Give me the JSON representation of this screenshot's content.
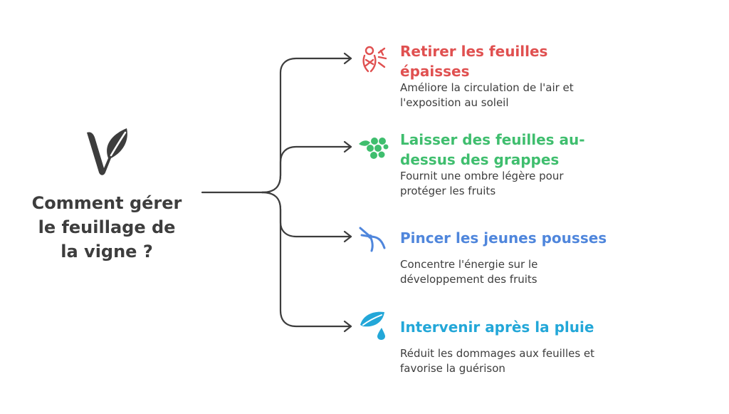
{
  "root": {
    "title": "Comment gérer\nle feuillage de\nla vigne ?",
    "icon": "vine-leaf-icon"
  },
  "colors": {
    "connector": "#3d3d3d",
    "text": "#3d3d3d",
    "red": "#e05050",
    "green": "#3fbe6e",
    "blue": "#4f86dc",
    "cyan": "#23a7d8"
  },
  "branches": [
    {
      "title": "Retirer les feuilles\népaisses",
      "description": "Améliore la circulation de l'air et\nl'exposition au soleil",
      "color": "#e05050",
      "icon": "pruning-figure-icon"
    },
    {
      "title": "Laisser des feuilles au-\ndessus des grappes",
      "description": "Fournit une ombre légère pour\nprotéger les fruits",
      "color": "#3fbe6e",
      "icon": "grape-bunch-icon"
    },
    {
      "title": "Pincer les jeunes pousses",
      "description": "Concentre l'énergie sur le\ndéveloppement des fruits",
      "color": "#4f86dc",
      "icon": "pruning-shears-icon"
    },
    {
      "title": "Intervenir après la pluie",
      "description": "Réduit les dommages aux feuilles et\nfavorise la guérison",
      "color": "#23a7d8",
      "icon": "leaf-raindrop-icon"
    }
  ]
}
